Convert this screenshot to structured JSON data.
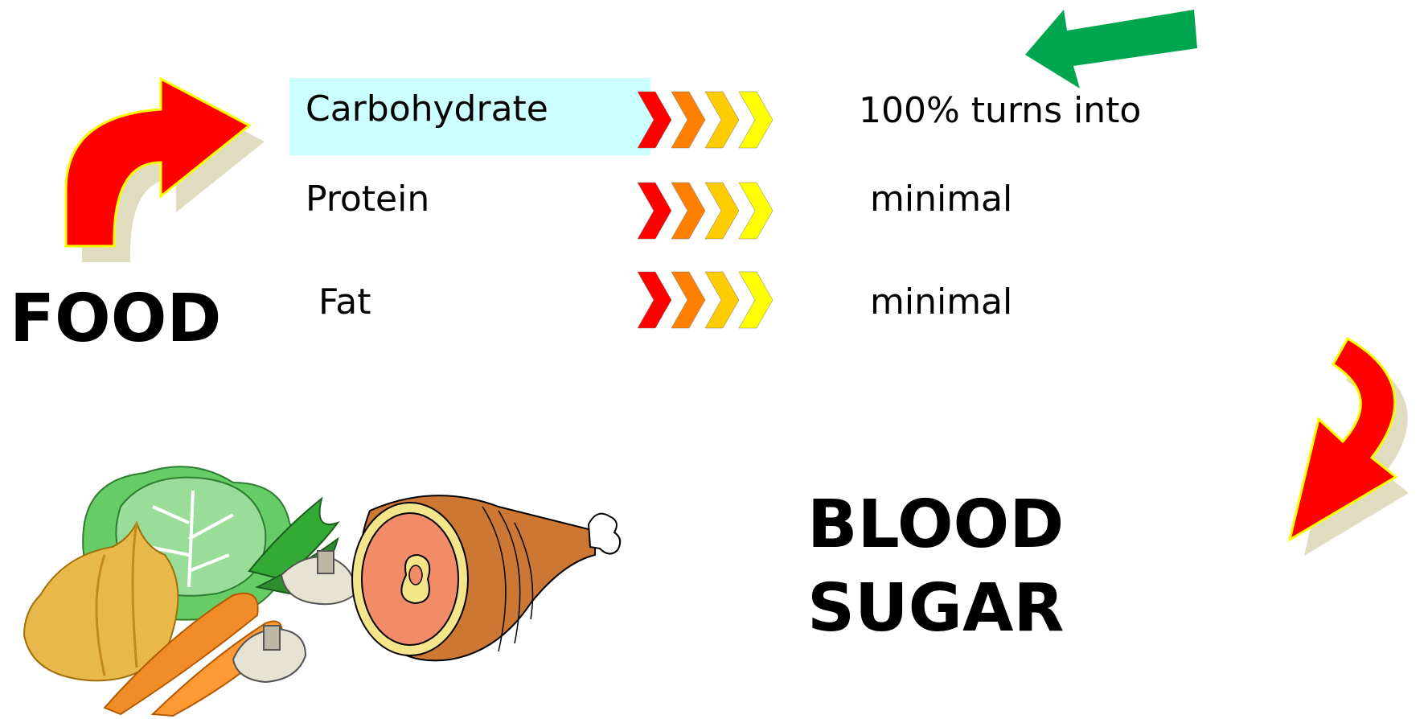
{
  "food": {
    "title": "FOOD"
  },
  "blood_sugar": {
    "line1": "BLOOD",
    "line2": "SUGAR"
  },
  "nutrients": [
    {
      "name": "Carbohydrate",
      "result": "100%  turns into",
      "highlighted": true
    },
    {
      "name": "Protein",
      "result": "minimal",
      "highlighted": false
    },
    {
      "name": "Fat",
      "result": "minimal",
      "highlighted": false
    }
  ],
  "colors": {
    "highlight": "#ccffff",
    "curved_arrow": "#ff0000",
    "curved_arrow_outline": "#ffff00",
    "green_arrow": "#00a550",
    "chevrons": [
      "#ff0000",
      "#ff8000",
      "#ffcc00",
      "#ffff00"
    ]
  },
  "icons": [
    "curved-red-arrow-icon",
    "green-arrow-icon",
    "chevron-arrow-icon",
    "food-clipart-icon"
  ]
}
